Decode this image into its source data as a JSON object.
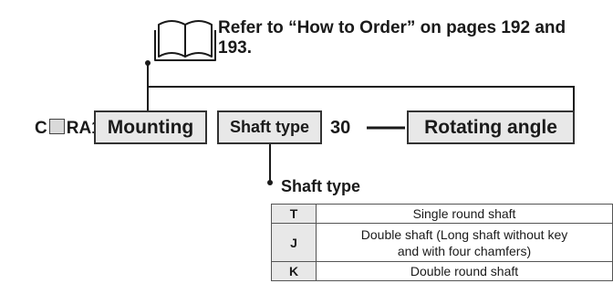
{
  "note": {
    "icon": "book-icon",
    "text": "Refer to “How to Order” on pages 192 and 193."
  },
  "model_code": {
    "prefix_start": "C",
    "prefix_end": "RA1",
    "fields": {
      "mounting": "Mounting",
      "shaft_type": "Shaft type",
      "size": "30",
      "rotating_angle": "Rotating angle"
    }
  },
  "shaft_type_table": {
    "title": "Shaft type",
    "rows": [
      {
        "code": "T",
        "description": "Single round shaft"
      },
      {
        "code": "J",
        "description": "Double shaft (Long shaft without key and with four chamfers)"
      },
      {
        "code": "K",
        "description": "Double round shaft"
      }
    ]
  }
}
